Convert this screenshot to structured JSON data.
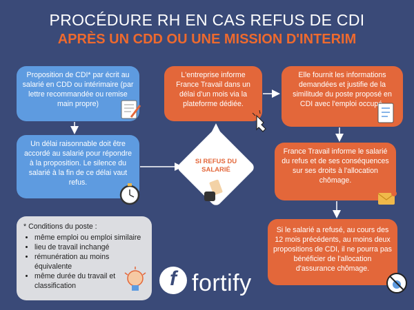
{
  "header": {
    "title": "PROCÉDURE RH EN CAS REFUS DE CDI",
    "subtitle": "APRÈS UN CDD OU UNE MISSION D'INTERIM"
  },
  "boxes": {
    "proposition": "Proposition de CDI* par écrit au salarié en CDD ou intérimaire (par lettre recommandée ou remise main propre)",
    "delai": "Un délai raisonnable doit être accordé au salarié pour répondre à la proposition. Le silence du salarié à la fin de ce délai vaut refus.",
    "informe": "L'entreprise informe France Travail dans un délai d'un mois via la plateforme dédiée.",
    "fournit": "Elle fournit les informations demandées et justifie de la similitude du poste proposé en CDI avec l'emploi occupé.",
    "france_travail": "France Travail informe le salarié du refus et de ses conséquences sur ses droits à l'allocation chômage.",
    "consequence": "Si le salarié a refusé, au cours des 12 mois précédents, au moins deux propositions de CDI, il ne pourra pas bénéficier de l'allocation d'assurance chômage."
  },
  "decision": {
    "label_line1": "SI REFUS DU",
    "label_line2": "SALARIÉ"
  },
  "conditions": {
    "title": "* Conditions du poste :",
    "items": [
      "même emploi ou emploi similaire",
      "lieu de travail inchangé",
      "rémunération au moins équivalente",
      "même durée du travail et classification"
    ]
  },
  "brand": {
    "name": "fortify",
    "logo_letter": "f"
  },
  "colors": {
    "background": "#3a4a78",
    "blue_box": "#5e9be0",
    "orange_box": "#e3673a",
    "grey_box": "#dcdde1",
    "subtitle": "#ee6a2e"
  },
  "icons": [
    "document-pen-icon",
    "clock-icon",
    "hand-holding-card-icon",
    "pointer-hand-icon",
    "checklist-clipboard-icon",
    "envelope-notification-icon",
    "lightbulb-icon",
    "no-money-icon"
  ]
}
